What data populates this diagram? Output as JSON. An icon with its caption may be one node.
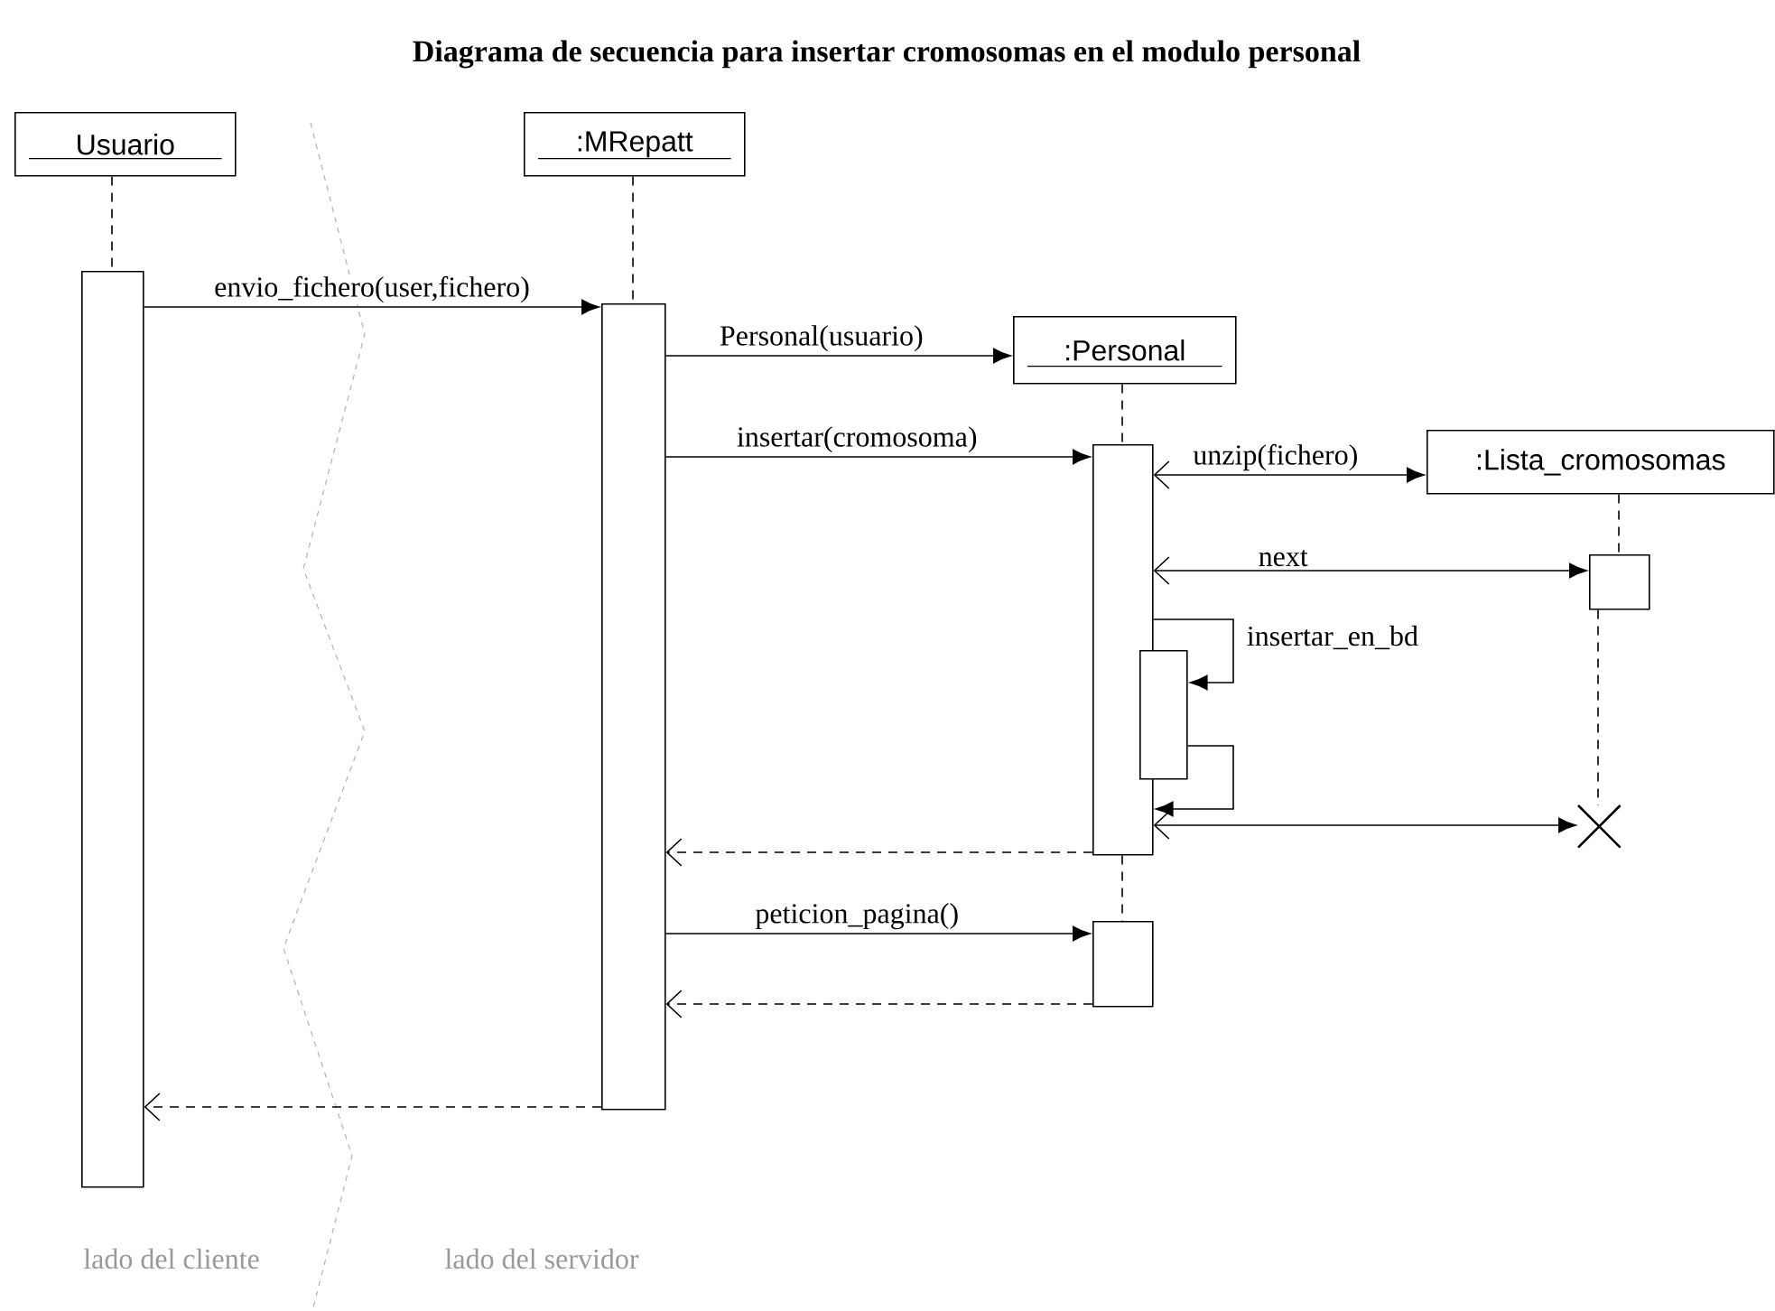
{
  "diagram": {
    "title": "Diagrama de secuencia para insertar cromosomas en el modulo personal",
    "nodes": [
      {
        "text": [
          "Usuario"
        ]
      },
      {
        "text": [
          ":MRepatt"
        ]
      },
      {
        "text": [
          ":Personal"
        ]
      },
      {
        "text": [
          ":Lista_cromosomas"
        ]
      },
      {
        "text": [],
        "shape": "bar"
      },
      {
        "text": [],
        "shape": "bar"
      },
      {
        "text": [],
        "shape": "bar"
      },
      {
        "text": [],
        "shape": "bar"
      },
      {
        "text": [],
        "shape": "bar"
      },
      {
        "text": [],
        "shape": "bar"
      },
      {
        "text": [],
        "shape": "cross"
      }
    ],
    "edges": [
      {
        "from": 4,
        "to": 5,
        "arrow": "to",
        "label": "envio_fichero(user,fichero)"
      },
      {
        "from": 5,
        "to": 2,
        "arrow": "to",
        "label": "Personal(usuario)"
      },
      {
        "from": 5,
        "to": 6,
        "arrow": "to",
        "label": "insertar(cromosoma)"
      },
      {
        "from": 6,
        "to": 3,
        "arrow": "both",
        "label": "unzip(fichero)"
      },
      {
        "from": 6,
        "to": 7,
        "arrow": "both",
        "label": "next"
      },
      {
        "from": 6,
        "to": 8,
        "arrow": "to",
        "label": "insertar_en_bd"
      },
      {
        "from": 8,
        "to": 6,
        "arrow": "to"
      },
      {
        "from": 6,
        "to": 10,
        "arrow": "both"
      },
      {
        "from": 6,
        "to": 5,
        "arrow": "to",
        "style": "dashed"
      },
      {
        "from": 5,
        "to": 9,
        "arrow": "to",
        "label": "peticion_pagina()"
      },
      {
        "from": 9,
        "to": 5,
        "arrow": "to",
        "style": "dashed"
      },
      {
        "from": 5,
        "to": 4,
        "arrow": "to",
        "style": "dashed"
      },
      {
        "from": 0,
        "to": 4,
        "arrow": "none",
        "style": "dashed"
      },
      {
        "from": 1,
        "to": 5,
        "arrow": "none",
        "style": "dashed"
      },
      {
        "from": 2,
        "to": 6,
        "arrow": "none",
        "style": "dashed"
      },
      {
        "from": 3,
        "to": 7,
        "arrow": "none",
        "style": "dashed"
      },
      {
        "from": 7,
        "to": 10,
        "arrow": "none",
        "style": "dashed"
      },
      {
        "from": 6,
        "to": 9,
        "arrow": "none",
        "style": "dashed"
      }
    ],
    "labels": [
      "lado del cliente",
      "lado del servidor"
    ]
  }
}
